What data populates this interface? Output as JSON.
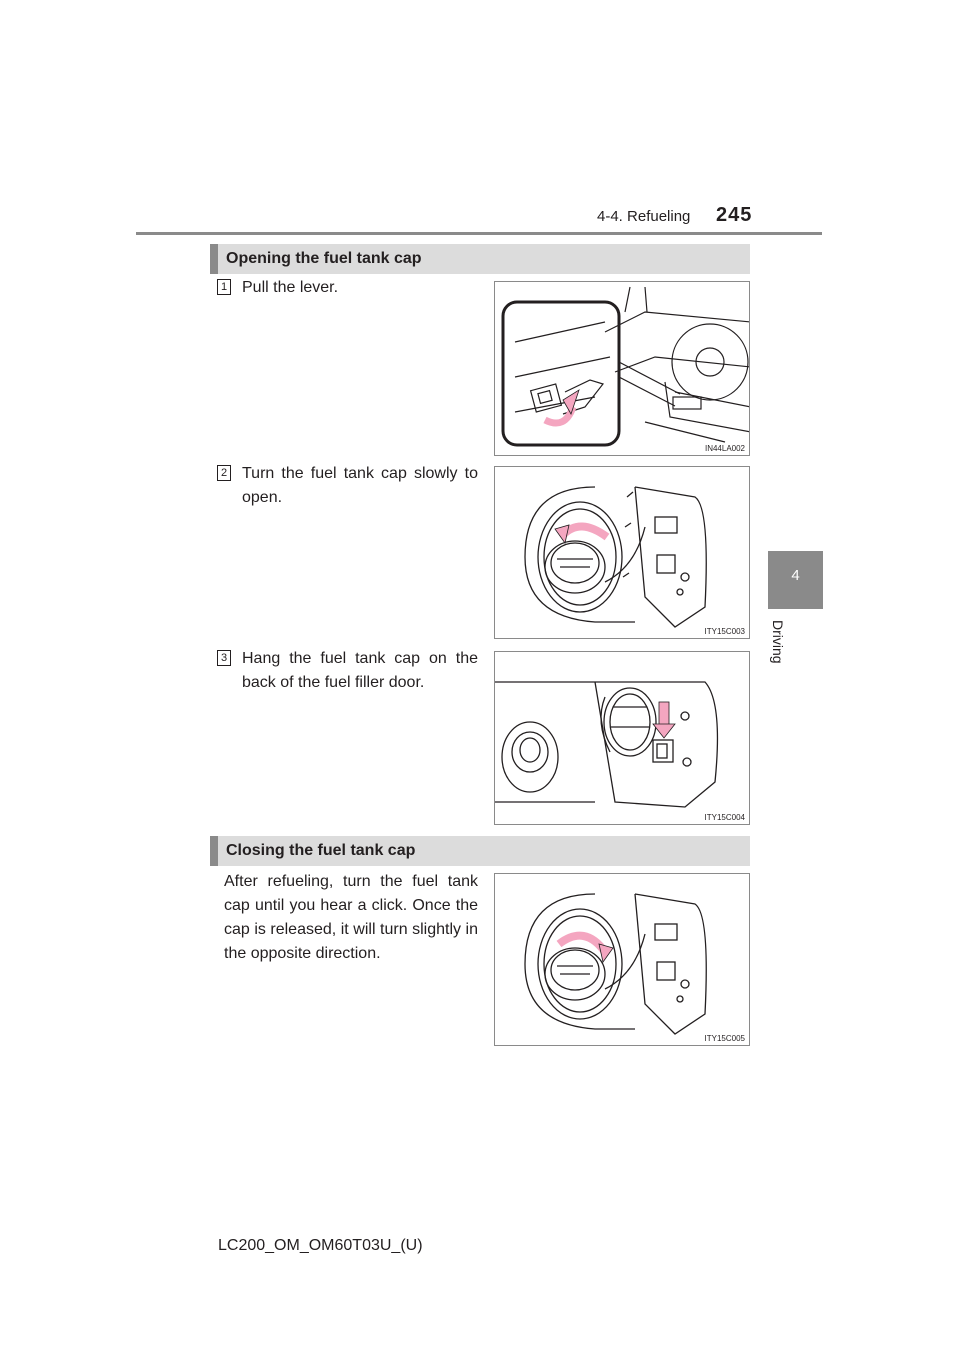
{
  "header": {
    "section": "4-4. Refueling",
    "page_number": "245"
  },
  "side_tab": {
    "number": "4",
    "label": "Driving"
  },
  "sections": [
    {
      "title": "Opening the fuel tank cap",
      "steps": [
        {
          "number": "1",
          "text": "Pull the lever.",
          "figure_code": "IN44LA002"
        },
        {
          "number": "2",
          "text": "Turn the fuel tank cap slowly to open.",
          "figure_code": "ITY15C003"
        },
        {
          "number": "3",
          "text": "Hang the fuel tank cap on the back of the fuel filler door.",
          "figure_code": "ITY15C004"
        }
      ]
    },
    {
      "title": "Closing the fuel tank cap",
      "paragraph": "After refueling, turn the fuel tank cap until you hear a click. Once the cap is released, it will turn slightly in the opposite direction.",
      "figure_code": "ITY15C005"
    }
  ],
  "footer": {
    "manual_code": "LC200_OM_OM60T03U_(U)"
  },
  "colors": {
    "text": "#231f20",
    "bar_fill": "#dcdcdc",
    "bar_accent": "#8a8a8a",
    "arrow_pink": "#f4a6c0"
  }
}
